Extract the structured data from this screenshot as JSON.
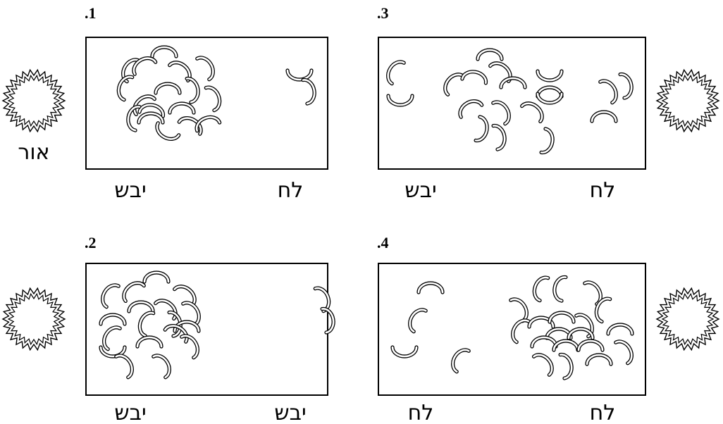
{
  "panels": [
    {
      "number": ".1",
      "left_label": "יבש",
      "right_label": "לח",
      "light_label": "אור"
    },
    {
      "number": ".3",
      "left_label": "יבש",
      "right_label": "לח"
    },
    {
      "number": ".2",
      "left_label": "יבש",
      "right_label": "יבש"
    },
    {
      "number": ".4",
      "left_label": "לח",
      "right_label": "לח"
    }
  ],
  "icons": {
    "light": "sun-icon",
    "organism": "pillbug-icon"
  }
}
